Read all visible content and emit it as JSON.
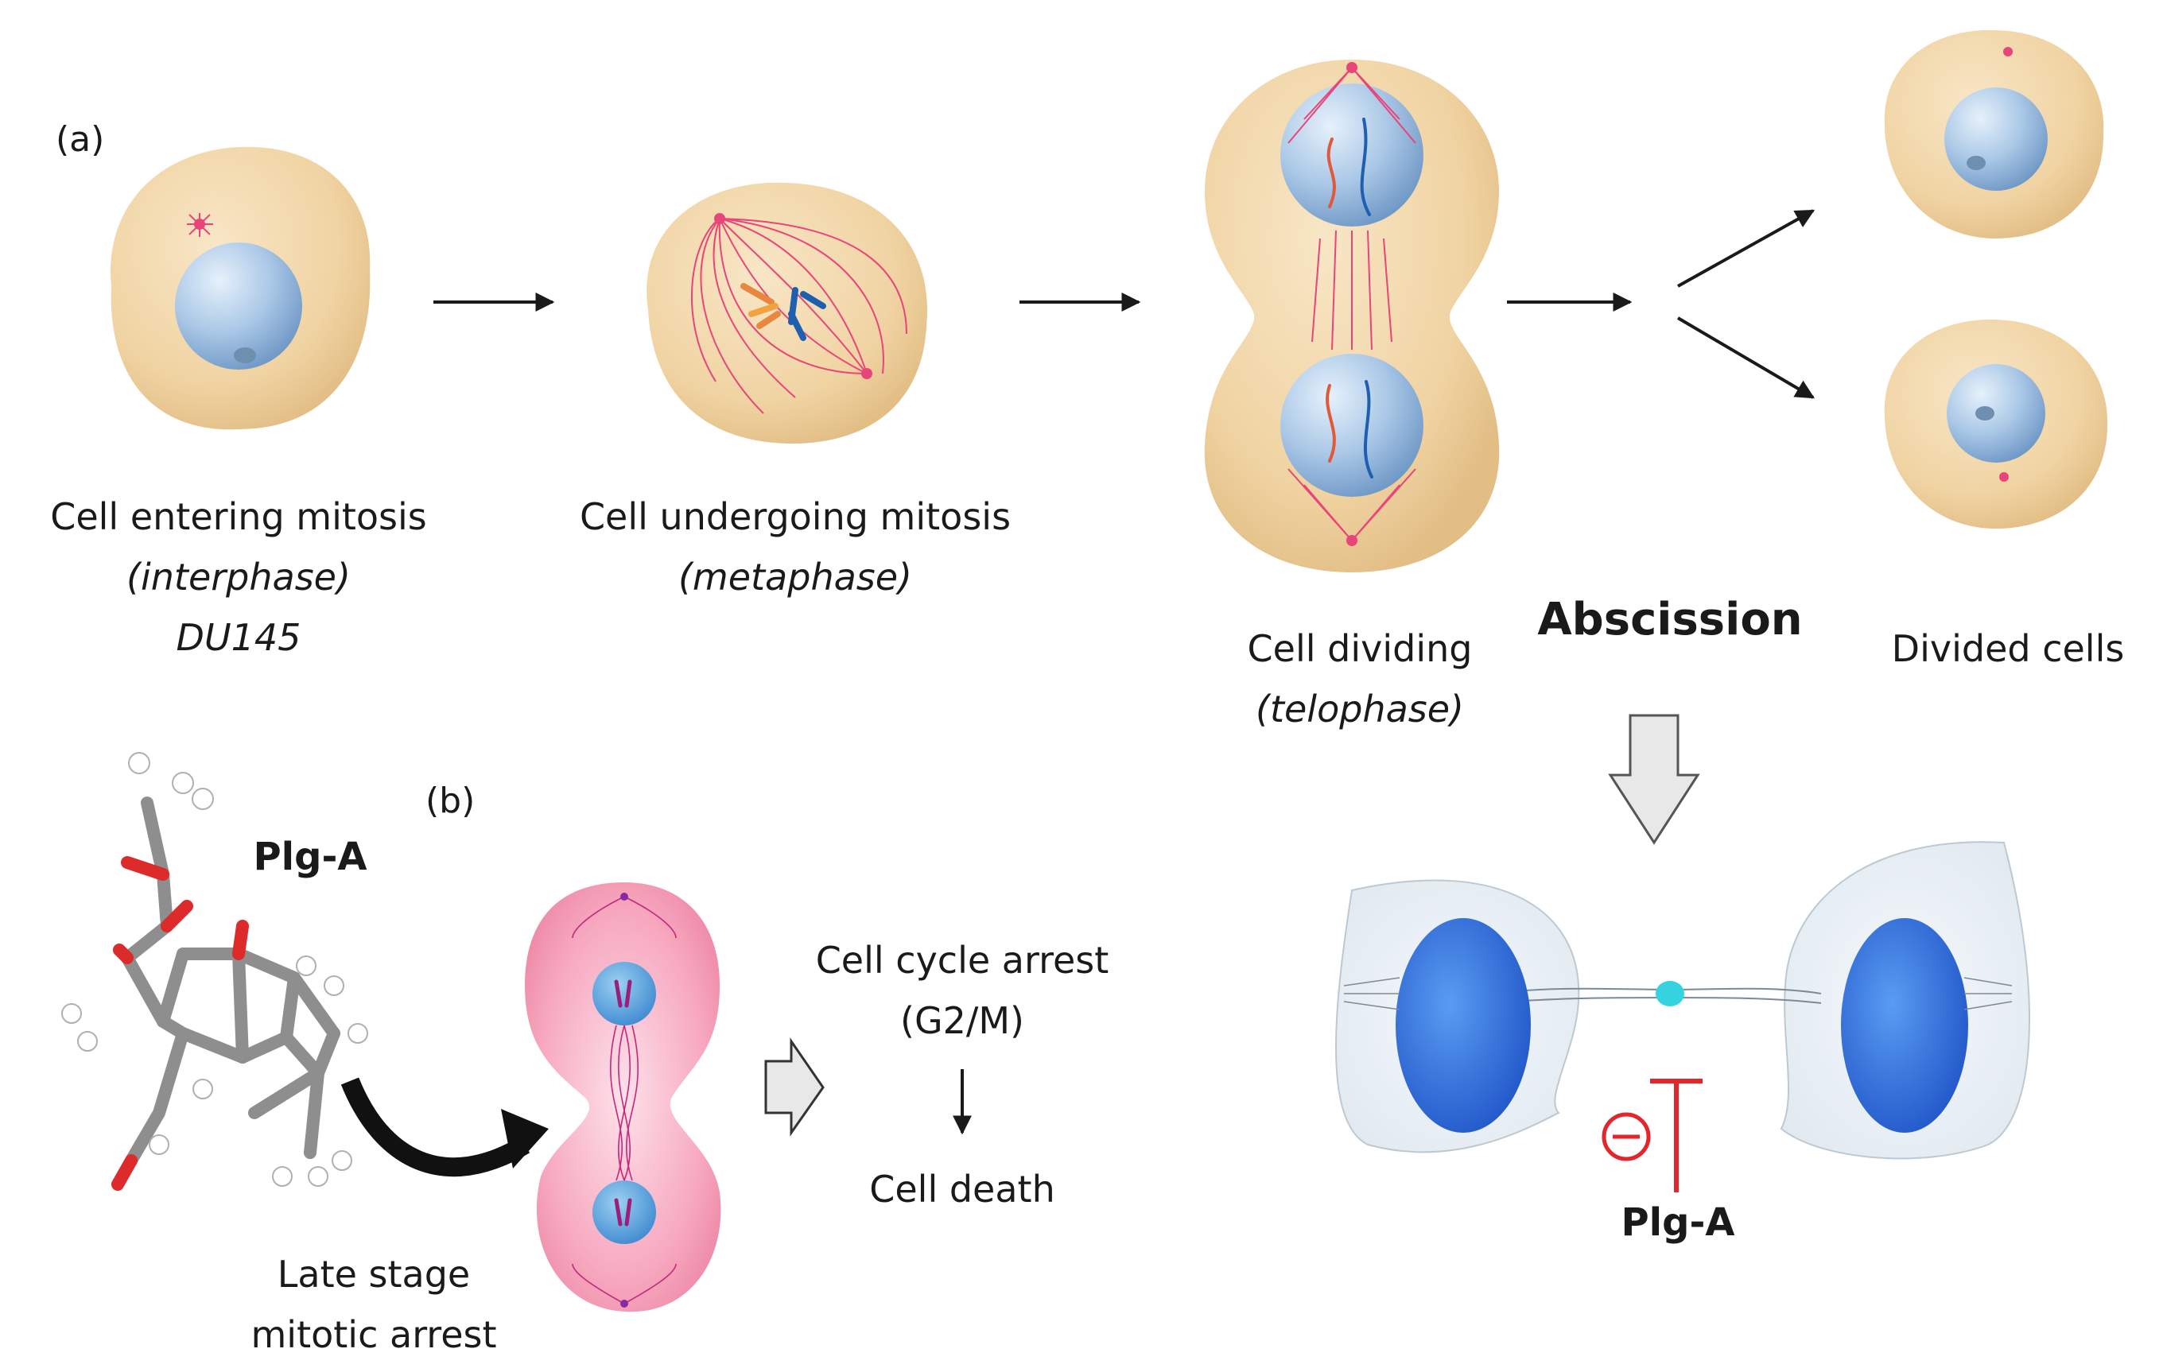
{
  "panel_a": {
    "tag": "(a)",
    "stage1": {
      "line1": "Cell entering mitosis",
      "line2": "(interphase)",
      "line3": "DU145"
    },
    "stage2": {
      "line1": "Cell undergoing mitosis",
      "line2": "(metaphase)"
    },
    "stage3": {
      "line1": "Cell dividing",
      "line2": "(telophase)"
    },
    "abscission": "Abscission",
    "stage4": {
      "line1": "Divided cells"
    },
    "inhibitor": "Plg-A"
  },
  "panel_b": {
    "tag": "(b)",
    "compound": "Plg-A",
    "arrest": {
      "line1": "Late stage",
      "line2": "mitotic arrest"
    },
    "outcome": {
      "line1": "Cell cycle arrest",
      "line2": "(G2/M)",
      "line3": "Cell death"
    }
  },
  "colors": {
    "cell_fill": "#f2d7a8",
    "nucleus": "#a9c7e6",
    "spindle": "#e8457a",
    "arrest_cell": "#f7a9c0",
    "midbody_nucleus": "#2f6fe0",
    "inhibitor": "#e3262b"
  }
}
